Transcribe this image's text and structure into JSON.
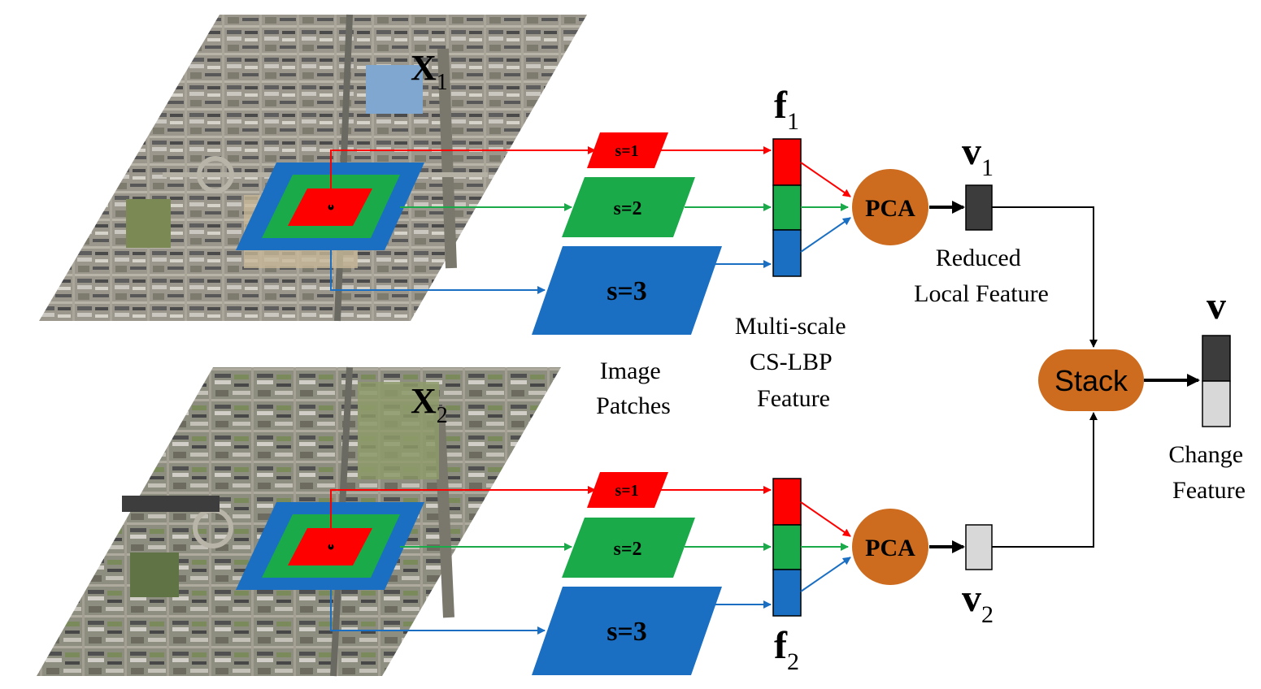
{
  "images": [
    {
      "label_main": "X",
      "label_sub": "1"
    },
    {
      "label_main": "X",
      "label_sub": "2"
    }
  ],
  "patches": {
    "s1": "s=1",
    "s2": "s=2",
    "s3": "s=3"
  },
  "features": {
    "f1_main": "f",
    "f1_sub": "1",
    "f2_main": "f",
    "f2_sub": "2",
    "v1_main": "v",
    "v1_sub": "1",
    "v2_main": "v",
    "v2_sub": "2",
    "v_main": "v"
  },
  "pca_label": "PCA",
  "stack_label": "Stack",
  "captions": {
    "image_patches": [
      "Image",
      "Patches"
    ],
    "multiscale": [
      "Multi-scale",
      "CS-LBP",
      "Feature"
    ],
    "reduced": [
      "Reduced",
      "Local Feature"
    ],
    "change": [
      "Change",
      "Feature"
    ]
  },
  "colors": {
    "red": "#ff0000",
    "green": "#1aaa4a",
    "blue": "#1a6fc2",
    "orange": "#cd6b1e",
    "dark_gray": "#3c3c3c",
    "light_gray": "#d8d8d8"
  }
}
